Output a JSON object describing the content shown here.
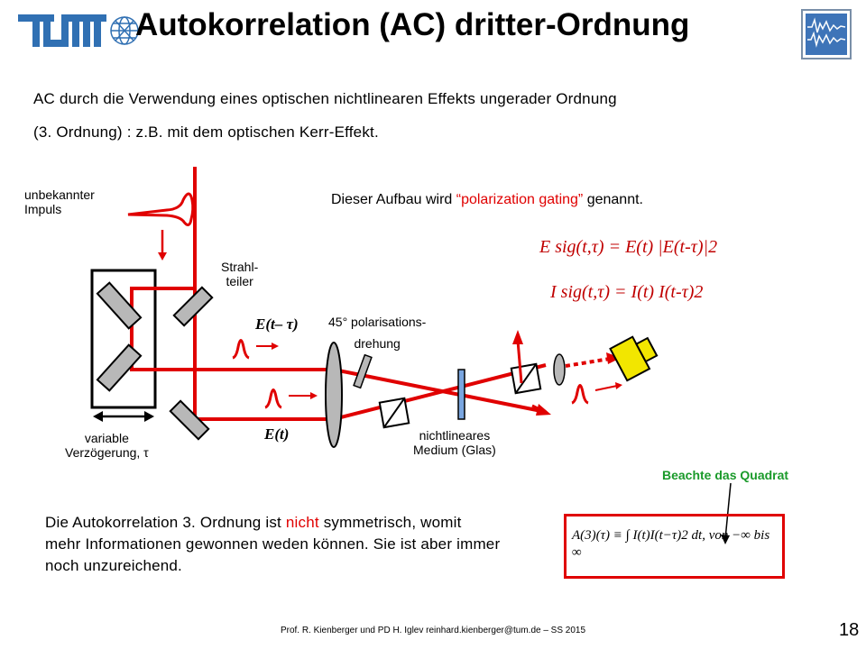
{
  "header": {
    "logo_text": "TUM",
    "title": "Autokorrelation (AC) dritter-Ordnung"
  },
  "intro": {
    "line1": "AC durch die Verwendung eines optischen nichtlinearen Effekts ungerader Ordnung",
    "line2": "(3. Ordnung) : z.B. mit dem optischen  Kerr-Effekt."
  },
  "setup_note": {
    "prefix": "Dieser Aufbau wird ",
    "highlight": "“polarization gating”",
    "suffix": " genannt."
  },
  "equations": {
    "esig": "E sig(t,τ) = E(t) |E(t-τ)|2",
    "isig": "I sig(t,τ) = I(t) I(t-τ)2"
  },
  "diagram": {
    "unknown_pulse": [
      "unbekannter",
      "Impuls"
    ],
    "beam_splitter": [
      "Strahl-",
      "teiler"
    ],
    "polarization_rotation": [
      "45° polarisations-",
      "drehung"
    ],
    "delayed_field": "E(t– τ)",
    "field": "E(t)",
    "variable_delay": [
      "variable",
      "Verzögerung, τ"
    ],
    "nonlinear_medium": [
      "nichtlineares",
      "Medium (Glas)"
    ]
  },
  "bottom": {
    "part1": "Die Autokorrelation 3. Ordnung ist ",
    "highlight": "nicht",
    "part2": " symmetrisch, womit mehr Informationen gewonnen weden können. Sie ist aber immer noch unzureichend."
  },
  "formula_note": "Beachte das Quadrat",
  "formula": "A(3)(τ) ≡ ∫ I(t)I(t−τ)2 dt, von −∞ bis ∞",
  "footer": "Prof. R. Kienberger und PD H. Iglev reinhard.kienberger@tum.de – SS 2015",
  "page_number": "18",
  "colors": {
    "accent_red": "#e00000",
    "tum_blue": "#3070b3",
    "note_green": "#1a9a2a",
    "detector_yellow": "#f2e600"
  }
}
